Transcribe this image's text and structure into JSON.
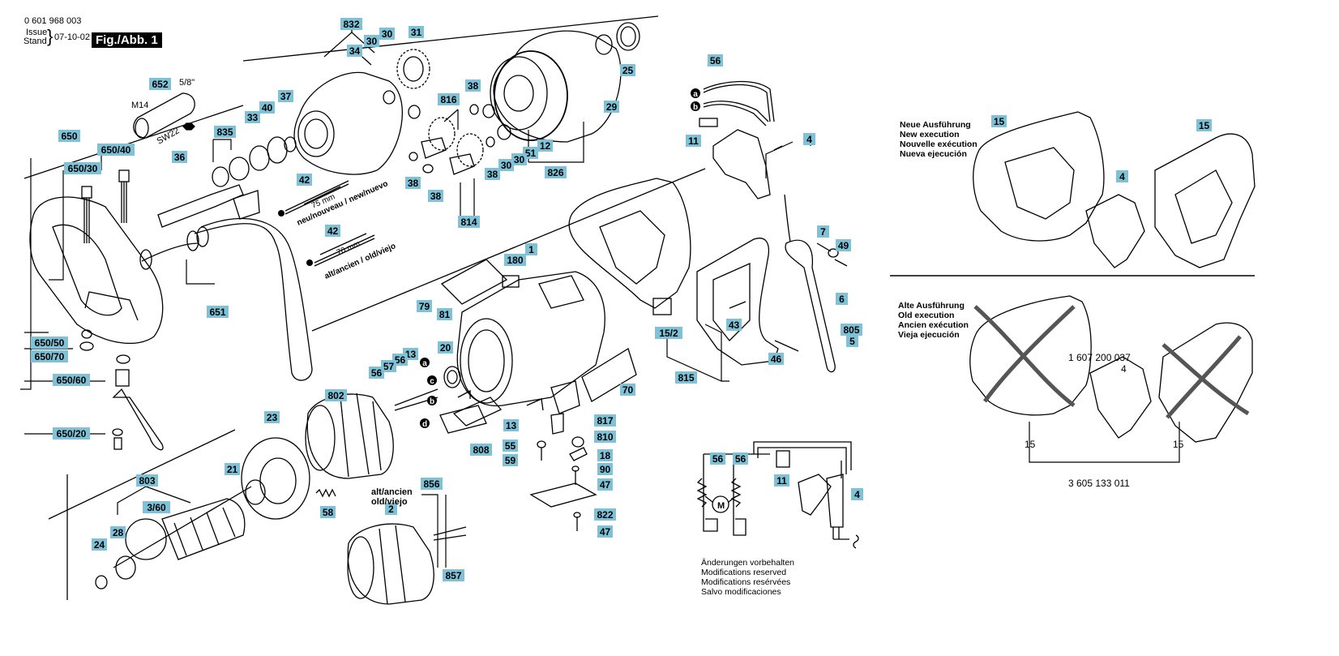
{
  "header": {
    "part_no": "0 601 968 003",
    "issue": "Issue",
    "stand": "Stand",
    "date": "07-10-02",
    "fig": "Fig./Abb. 1"
  },
  "new_exec": [
    "Neue Ausführung",
    "New execution",
    "Nouvelle exécution",
    "Nueva ejecución"
  ],
  "old_exec": [
    "Alte Ausführung",
    "Old execution",
    "Ancien exécution",
    "Vieja ejecución"
  ],
  "footer": [
    "Änderungen vorbehalten",
    "Modifications reserved",
    "Modifications resérvées",
    "Salvo modificaciones"
  ],
  "annotations": {
    "m14": "M14",
    "inch": "5/8\"",
    "sw22": "SW22",
    "len75": "75 mm",
    "len75_note": "neu/nouveau / new/nuevo",
    "len70": "70 mm",
    "len70_note": "alt/ancien / old/viejo",
    "alt_note1": "alt/ancien",
    "alt_note2": "old/viejo",
    "part_1607": "1 607 200 037",
    "part_3605": "3 605 133 011",
    "n15a": "15",
    "n15b": "15",
    "n4": "4",
    "wire_a": "a",
    "wire_b": "b",
    "wire_c": "c",
    "wire_d": "d",
    "motor": "M"
  },
  "labels": [
    {
      "id": "832",
      "t": "832"
    },
    {
      "id": "30a",
      "t": "30"
    },
    {
      "id": "30b",
      "t": "30"
    },
    {
      "id": "31",
      "t": "31"
    },
    {
      "id": "34",
      "t": "34"
    },
    {
      "id": "25",
      "t": "25"
    },
    {
      "id": "652",
      "t": "652"
    },
    {
      "id": "37",
      "t": "37"
    },
    {
      "id": "40",
      "t": "40"
    },
    {
      "id": "33",
      "t": "33"
    },
    {
      "id": "816",
      "t": "816"
    },
    {
      "id": "38a",
      "t": "38"
    },
    {
      "id": "29",
      "t": "29"
    },
    {
      "id": "56top",
      "t": "56"
    },
    {
      "id": "650",
      "t": "650"
    },
    {
      "id": "650_40",
      "t": "650/40"
    },
    {
      "id": "835",
      "t": "835"
    },
    {
      "id": "650_30",
      "t": "650/30"
    },
    {
      "id": "36",
      "t": "36"
    },
    {
      "id": "51",
      "t": "51"
    },
    {
      "id": "12",
      "t": "12"
    },
    {
      "id": "30c",
      "t": "30"
    },
    {
      "id": "30d",
      "t": "30"
    },
    {
      "id": "38b",
      "t": "38"
    },
    {
      "id": "38c",
      "t": "38"
    },
    {
      "id": "826",
      "t": "826"
    },
    {
      "id": "38d",
      "t": "38"
    },
    {
      "id": "11a",
      "t": "11"
    },
    {
      "id": "4a",
      "t": "4"
    },
    {
      "id": "42a",
      "t": "42"
    },
    {
      "id": "814",
      "t": "814"
    },
    {
      "id": "42b",
      "t": "42"
    },
    {
      "id": "7",
      "t": "7"
    },
    {
      "id": "49",
      "t": "49"
    },
    {
      "id": "1",
      "t": "1"
    },
    {
      "id": "180",
      "t": "180"
    },
    {
      "id": "651",
      "t": "651"
    },
    {
      "id": "79",
      "t": "79"
    },
    {
      "id": "81",
      "t": "81"
    },
    {
      "id": "6",
      "t": "6"
    },
    {
      "id": "650_50",
      "t": "650/50"
    },
    {
      "id": "650_70",
      "t": "650/70"
    },
    {
      "id": "43",
      "t": "43"
    },
    {
      "id": "15_2",
      "t": "15/2"
    },
    {
      "id": "805",
      "t": "805"
    },
    {
      "id": "5",
      "t": "5"
    },
    {
      "id": "20",
      "t": "20"
    },
    {
      "id": "13a",
      "t": "13"
    },
    {
      "id": "56b",
      "t": "56"
    },
    {
      "id": "57",
      "t": "57"
    },
    {
      "id": "56c",
      "t": "56"
    },
    {
      "id": "46",
      "t": "46"
    },
    {
      "id": "650_60",
      "t": "650/60"
    },
    {
      "id": "815",
      "t": "815"
    },
    {
      "id": "70",
      "t": "70"
    },
    {
      "id": "802",
      "t": "802"
    },
    {
      "id": "23",
      "t": "23"
    },
    {
      "id": "817",
      "t": "817"
    },
    {
      "id": "13b",
      "t": "13"
    },
    {
      "id": "810",
      "t": "810"
    },
    {
      "id": "650_20",
      "t": "650/20"
    },
    {
      "id": "55",
      "t": "55"
    },
    {
      "id": "808",
      "t": "808"
    },
    {
      "id": "18",
      "t": "18"
    },
    {
      "id": "56d",
      "t": "56"
    },
    {
      "id": "56e",
      "t": "56"
    },
    {
      "id": "59",
      "t": "59"
    },
    {
      "id": "90",
      "t": "90"
    },
    {
      "id": "21",
      "t": "21"
    },
    {
      "id": "11b",
      "t": "11"
    },
    {
      "id": "47a",
      "t": "47"
    },
    {
      "id": "803",
      "t": "803"
    },
    {
      "id": "856",
      "t": "856"
    },
    {
      "id": "4b",
      "t": "4"
    },
    {
      "id": "58",
      "t": "58"
    },
    {
      "id": "2",
      "t": "2"
    },
    {
      "id": "3_60",
      "t": "3/60"
    },
    {
      "id": "822",
      "t": "822"
    },
    {
      "id": "28",
      "t": "28"
    },
    {
      "id": "47b",
      "t": "47"
    },
    {
      "id": "24",
      "t": "24"
    },
    {
      "id": "857",
      "t": "857"
    },
    {
      "id": "15n",
      "t": "15"
    },
    {
      "id": "15n2",
      "t": "15"
    },
    {
      "id": "4n",
      "t": "4"
    }
  ]
}
